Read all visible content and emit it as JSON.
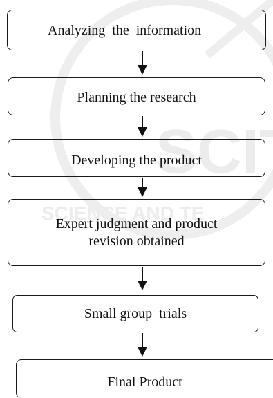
{
  "watermark": {
    "text_top": "SCITE",
    "text_bottom": "SCIENCE AND TE",
    "color": "#ebebeb"
  },
  "flowchart": {
    "steps": [
      {
        "label": "Analyzing  the  information"
      },
      {
        "label": "Planning the research"
      },
      {
        "label": "Developing the product"
      },
      {
        "label": "Expert judgment and product revision obtained"
      },
      {
        "label": "Small group  trials"
      },
      {
        "label": "Final Product"
      }
    ],
    "edges": [
      {
        "from": "Analyzing  the  information",
        "to": "Planning the research"
      },
      {
        "from": "Planning the research",
        "to": "Developing the product"
      },
      {
        "from": "Developing the product",
        "to": "Expert judgment and product revision obtained"
      },
      {
        "from": "Expert judgment and product revision obtained",
        "to": "Small group  trials"
      },
      {
        "from": "Small group  trials",
        "to": "Final Product"
      }
    ]
  }
}
